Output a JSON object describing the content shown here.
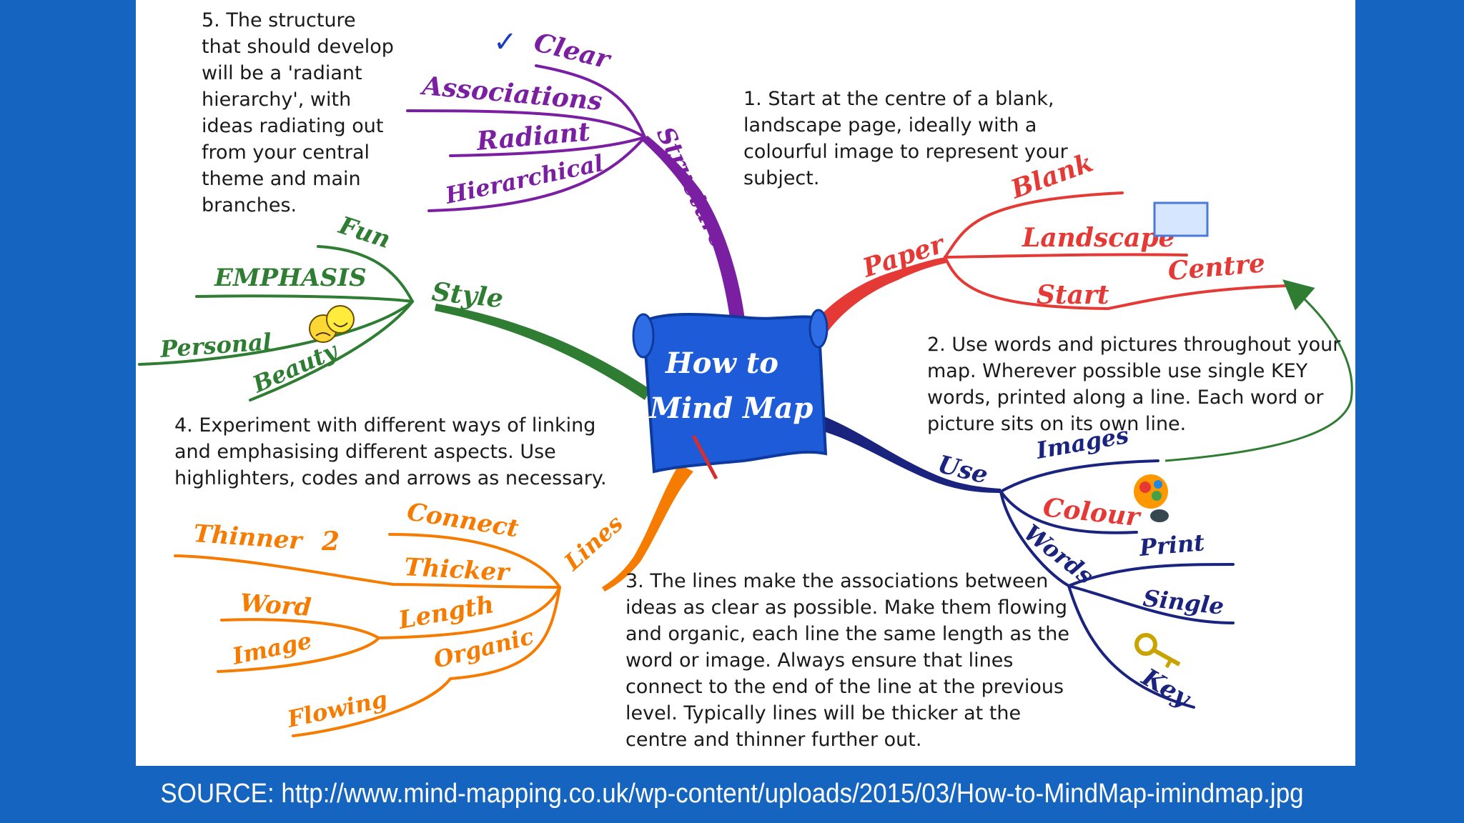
{
  "center": {
    "line1": "How to",
    "line2": "Mind Map"
  },
  "colors": {
    "background": "#1565c0",
    "structure": "#7b1fa2",
    "paper": "#e53935",
    "style": "#2e7d32",
    "use": "#1a237e",
    "lines": "#f57c00",
    "center_scroll": "#1e5bd8"
  },
  "branches": {
    "structure": {
      "label": "Structure",
      "children": [
        "Clear",
        "Associations",
        "Radiant",
        "Hierarchical"
      ]
    },
    "paper": {
      "label": "Paper",
      "children": [
        "Blank",
        "Landscape",
        "Start",
        "Centre"
      ]
    },
    "style": {
      "label": "Style",
      "children": [
        "Fun",
        "EMPHASIS",
        "Personal",
        "Beauty"
      ]
    },
    "use": {
      "label": "Use",
      "children": [
        "Images",
        "Colour",
        "Words",
        "Print",
        "Single",
        "Key"
      ]
    },
    "lines": {
      "label": "Lines",
      "children": [
        "Connect",
        "Thicker",
        "Thinner",
        "2",
        "Length",
        "Word",
        "Image",
        "Organic",
        "Flowing"
      ]
    }
  },
  "notes": {
    "n1": "1. Start at the centre of a blank,\nlandscape page, ideally with a\ncolourful image to represent your\nsubject.",
    "n2": "2. Use words and pictures throughout your\nmap. Wherever possible use single KEY\nwords, printed along a line. Each word or\npicture sits on its own line.",
    "n3": "3. The lines make the associations between\nideas as clear as possible. Make them flowing\nand organic, each line the same length as the\nword or image. Always ensure that lines\nconnect to the end of the line at the previous\nlevel. Typically lines will be thicker at the\ncentre and thinner further out.",
    "n4": "4. Experiment with different ways of linking\nand emphasising different aspects. Use\nhighlighters, codes and arrows as necessary.",
    "n5": "5. The structure\nthat should develop\nwill be a 'radiant\nhierarchy', with\nideas radiating out\nfrom your central\ntheme and main\nbranches."
  },
  "source": "SOURCE: http://www.mind-mapping.co.uk/wp-content/uploads/2015/03/How-to-MindMap-imindmap.jpg"
}
